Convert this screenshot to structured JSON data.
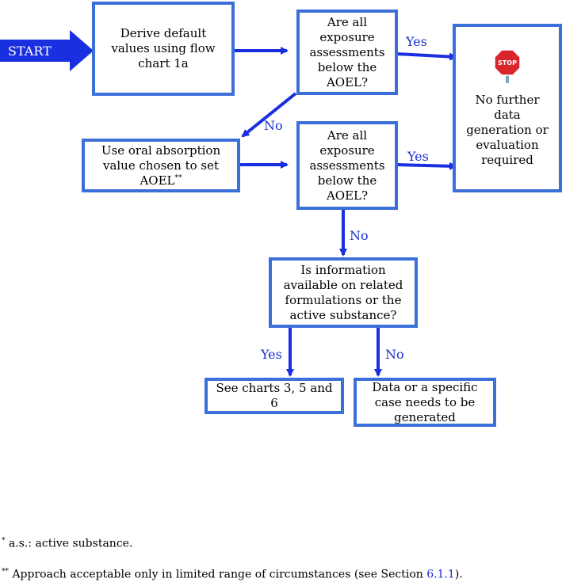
{
  "start": {
    "label": "START"
  },
  "boxes": {
    "derive": "Derive default values using flow chart 1a",
    "q1": "Are all exposure assessments below the AOEL?",
    "stop_text": "No further data generation or evaluation required",
    "stop_sign": "STOP",
    "use_oral": "Use oral absorption value chosen to set AOEL",
    "use_oral_mark": "**",
    "q2": "Are all exposure assessments below the AOEL?",
    "info": "Is information available on related formulations or the active substance?",
    "see_charts": "See charts 3, 5 and 6",
    "data_case": "Data or a specific case needs to be generated"
  },
  "edge_labels": {
    "yes1": "Yes",
    "no1": "No",
    "yes2": "Yes",
    "no2": "No",
    "yes3": "Yes",
    "no3": "No"
  },
  "footnotes": {
    "f1_mark": "*",
    "f1_text": " a.s.: active substance.",
    "f2_mark": "**",
    "f2_text_before": " Approach acceptable only in limited range of circumstances (see Section ",
    "f2_link": "6.1.1",
    "f2_text_after": ")."
  },
  "colors": {
    "box_border": "#3b6fd9",
    "arrow": "#1a2fe0",
    "label": "#1a2fcf",
    "stop_red": "#d9262c"
  }
}
